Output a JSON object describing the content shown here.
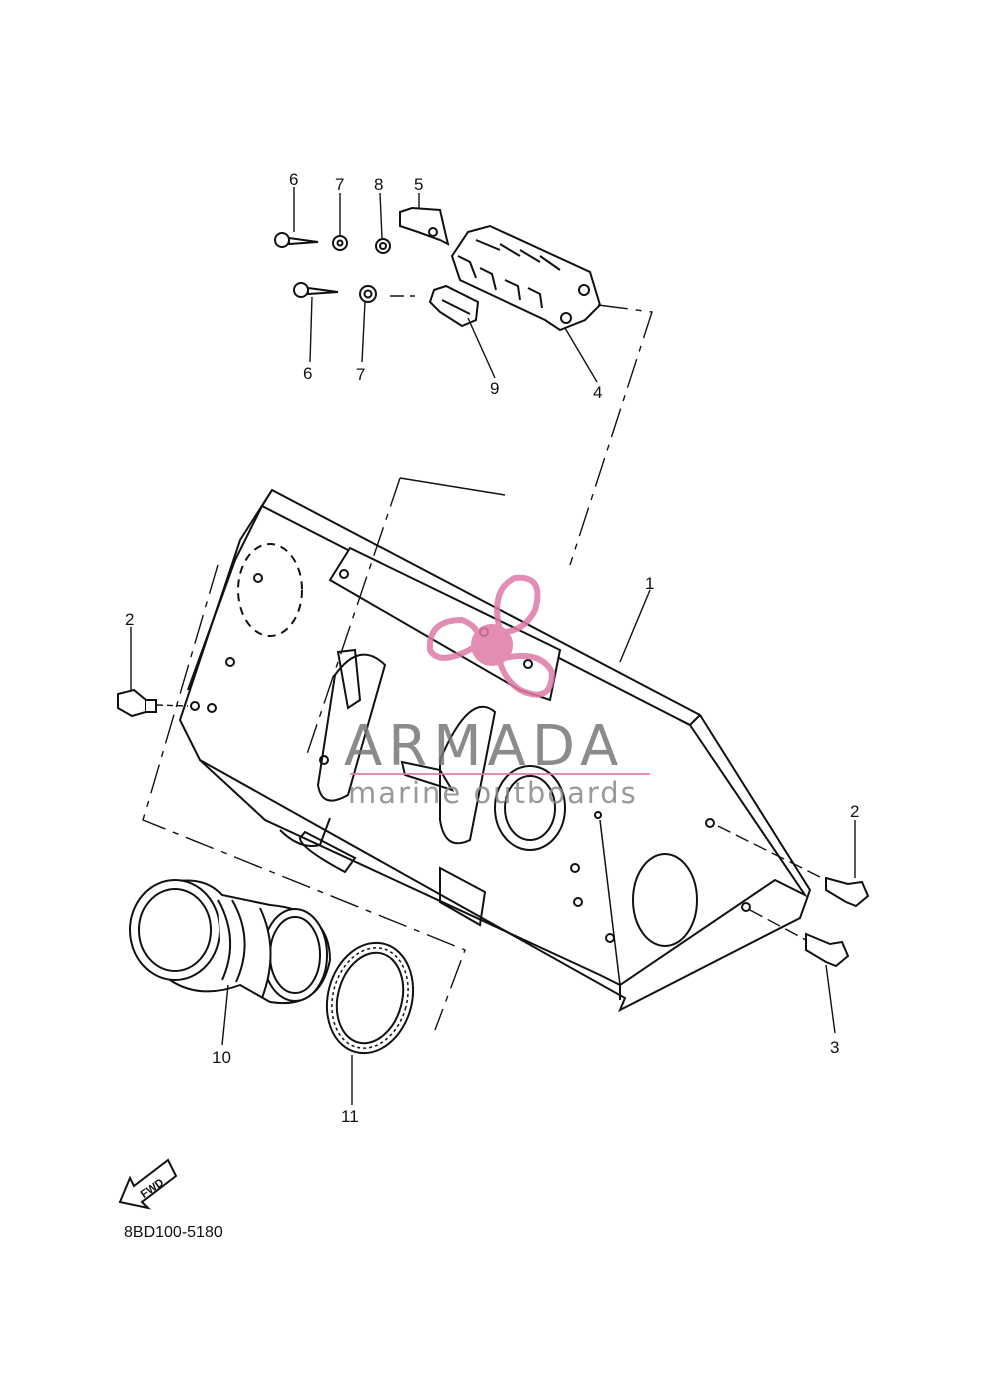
{
  "diagram_code": "8BD100-5180",
  "fwd_label": "FWD",
  "watermark": {
    "name": "ARMADA",
    "tagline": "marine outboards",
    "logo_color": "#e07aa8"
  },
  "callouts": [
    {
      "id": "c6a",
      "label": "6"
    },
    {
      "id": "c7a",
      "label": "7"
    },
    {
      "id": "c8",
      "label": "8"
    },
    {
      "id": "c5",
      "label": "5"
    },
    {
      "id": "c6b",
      "label": "6"
    },
    {
      "id": "c7b",
      "label": "7"
    },
    {
      "id": "c9",
      "label": "9"
    },
    {
      "id": "c4",
      "label": "4"
    },
    {
      "id": "c1",
      "label": "1"
    },
    {
      "id": "c2a",
      "label": "2"
    },
    {
      "id": "c2b",
      "label": "2"
    },
    {
      "id": "c3",
      "label": "3"
    },
    {
      "id": "c10",
      "label": "10"
    },
    {
      "id": "c11",
      "label": "11"
    }
  ]
}
